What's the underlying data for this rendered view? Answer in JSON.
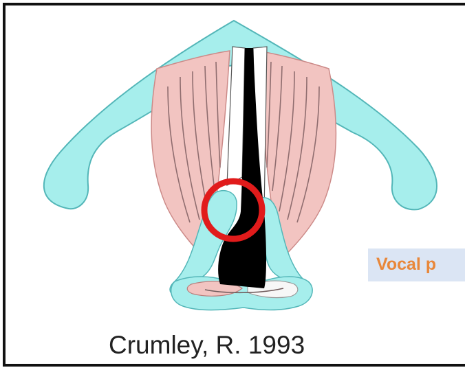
{
  "diagram": {
    "credit": "Crumley, R. 1993",
    "callout_label": "Vocal p",
    "colors": {
      "cartilage": "#a6eeec",
      "cartilage_stroke": "#53b6b8",
      "muscle": "#f2c4c1",
      "muscle_lines": "#8f6d6f",
      "glottis": "#000000",
      "highlight_ring": "#e11b1b",
      "callout_bg": "#dbe5f4",
      "callout_text": "#e8873a"
    },
    "icons": [
      "highlight-circle"
    ]
  }
}
